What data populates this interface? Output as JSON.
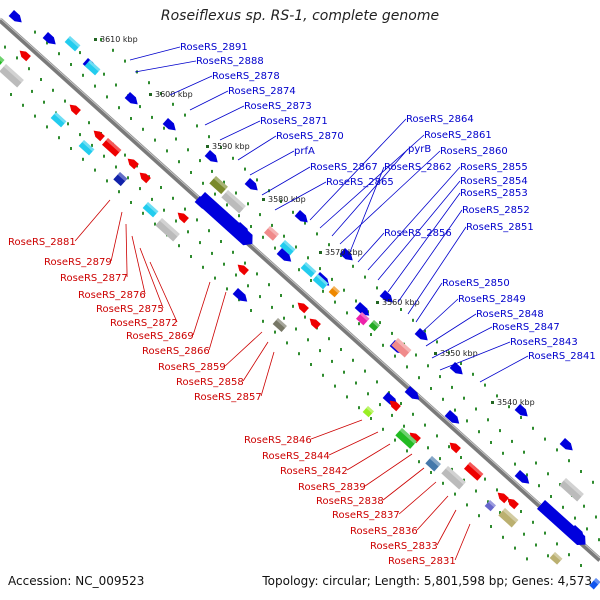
{
  "title": "Roseiflexus sp. RS-1, complete genome",
  "footer": {
    "accession": "Accession: NC_009523",
    "summary": "Topology: circular; Length: 5,801,598 bp; Genes: 4,573"
  },
  "colors": {
    "forward_label": "#0000cc",
    "reverse_label": "#cc0000",
    "backbone": "#888888",
    "tick_dot": "#2e8b2e"
  },
  "scale_ticks": [
    "3610 kbp",
    "3600 kbp",
    "3590 kbp",
    "3580 kbp",
    "3570 kbp",
    "3560 kbp",
    "3550 kbp",
    "3540 kbp"
  ],
  "upper_labels": [
    "RoseRS_2891",
    "RoseRS_2888",
    "RoseRS_2878",
    "RoseRS_2874",
    "RoseRS_2873",
    "RoseRS_2871",
    "RoseRS_2870",
    "prfA",
    "RoseRS_2867",
    "RoseRS_2865",
    "RoseRS_2864",
    "RoseRS_2861",
    "pyrB",
    "RoseRS_2860",
    "RoseRS_2862",
    "RoseRS_2856",
    "RoseRS_2855",
    "RoseRS_2854",
    "RoseRS_2853",
    "RoseRS_2852",
    "RoseRS_2851",
    "RoseRS_2850",
    "RoseRS_2849",
    "RoseRS_2848",
    "RoseRS_2847",
    "RoseRS_2843",
    "RoseRS_2841"
  ],
  "lower_labels": [
    "RoseRS_2881",
    "RoseRS_2879",
    "RoseRS_2877",
    "RoseRS_2876",
    "RoseRS_2875",
    "RoseRS_2872",
    "RoseRS_2869",
    "RoseRS_2866",
    "RoseRS_2859",
    "RoseRS_2858",
    "RoseRS_2857",
    "RoseRS_2846",
    "RoseRS_2844",
    "RoseRS_2842",
    "RoseRS_2839",
    "RoseRS_2838",
    "RoseRS_2837",
    "RoseRS_2836",
    "RoseRS_2833",
    "RoseRS_2831"
  ]
}
